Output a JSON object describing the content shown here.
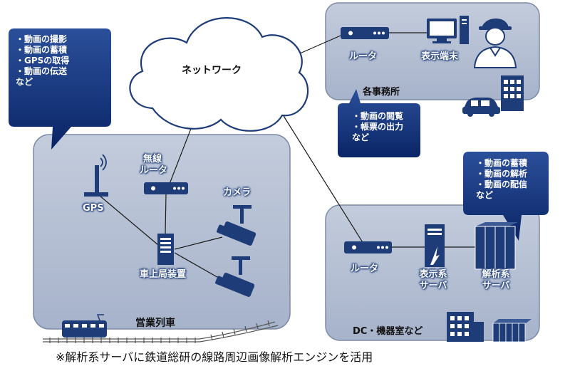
{
  "cloud": {
    "label": "ネットワーク"
  },
  "train_bubble": {
    "items": [
      "・動画の撮影",
      "・動画の蓄積",
      "・GPSの取得",
      "・動画の伝送",
      "など"
    ]
  },
  "office_bubble": {
    "items": [
      "・動画の閲覧",
      "・帳票の出力",
      "など"
    ]
  },
  "dc_bubble": {
    "items": [
      "・動画の蓄積",
      "・動画の解析",
      "・動画の配信",
      "など"
    ]
  },
  "train": {
    "title": "営業列車",
    "gps": "GPS",
    "wireless_router": [
      "無線",
      "ルータ"
    ],
    "camera": "カメラ",
    "onboard_device": "車上局装置"
  },
  "office": {
    "title": "各事務所",
    "router": "ルータ",
    "display_terminal": "表示端末"
  },
  "dc": {
    "title": "DC・機器室など",
    "router": "ルータ",
    "display_server": [
      "表示系",
      "サーバ"
    ],
    "analysis_server": [
      "解析系",
      "サーバ"
    ]
  },
  "caption": "※解析系サーバに鉄道総研の線路周辺画像解析エンジンを活用",
  "colors": {
    "panel_fill": "#b4bfd4",
    "panel_stroke": "#7d8aa6",
    "icon": "#1e3c78",
    "bubble": "#0c2a6a"
  }
}
